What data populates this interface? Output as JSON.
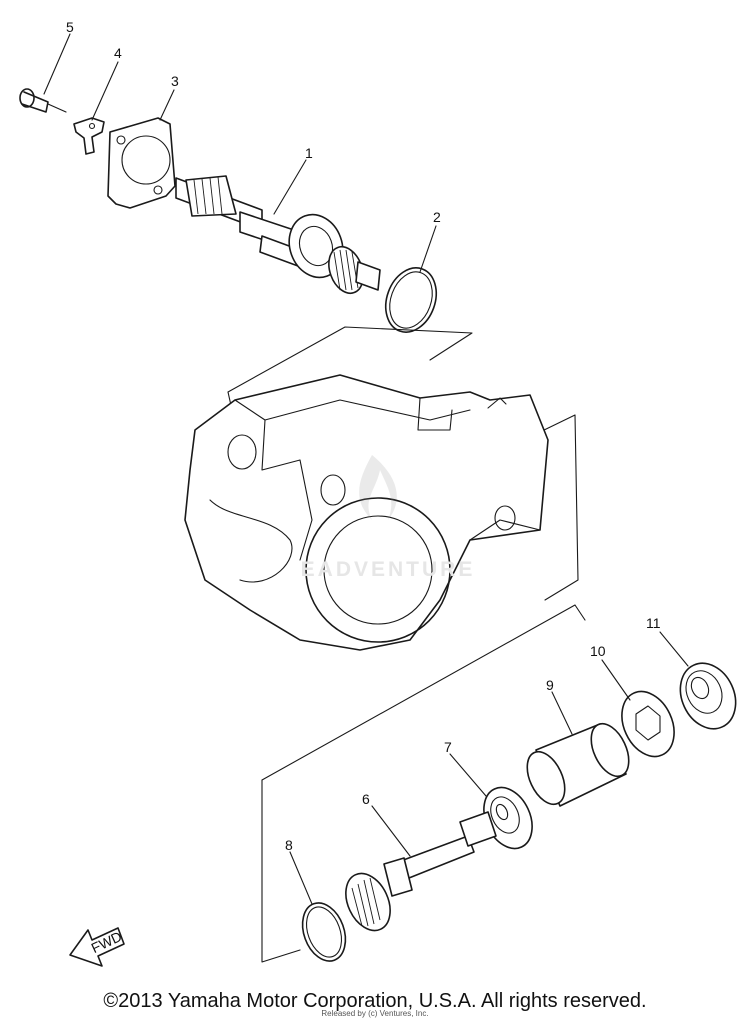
{
  "diagram": {
    "callouts": [
      "1",
      "2",
      "3",
      "4",
      "5",
      "6",
      "7",
      "8",
      "9",
      "10",
      "11"
    ],
    "fwd_label": "FWD"
  },
  "watermark": {
    "text": "EADVENTURE"
  },
  "footer": {
    "copyright": "©2013 Yamaha Motor Corporation, U.S.A. All rights reserved.",
    "credit": "Released by (c) Ventures, Inc."
  }
}
